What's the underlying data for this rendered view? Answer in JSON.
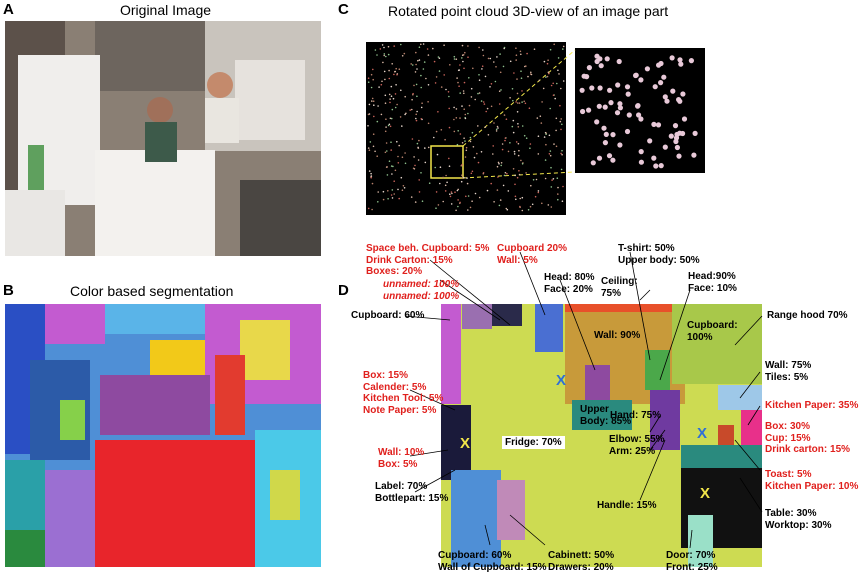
{
  "panels": {
    "a": {
      "letter": "A",
      "title": "Original Image"
    },
    "b": {
      "letter": "B",
      "title": "Color based segmentation"
    },
    "c": {
      "letter": "C",
      "title": "Rotated point cloud 3D-view of an image part"
    },
    "d": {
      "letter": "D"
    }
  },
  "colors": {
    "highlight": "#e0201d",
    "normal": "#000000",
    "marker": "#f2e64a",
    "marker_blue": "#2f6fd6"
  },
  "labels": {
    "space_beh": [
      "Space beh. Cupboard: 5%",
      "Drink Carton: 15%",
      "Boxes: 20%"
    ],
    "unnamed": [
      "unnamed: 100%",
      "unnamed: 100%"
    ],
    "cupboard_wall": [
      "Cupboard 20%",
      "Wall: 5%"
    ],
    "head_face": [
      "Head: 80%",
      "Face: 20%"
    ],
    "tshirt": [
      "T-shirt: 50%",
      "Upper body: 50%"
    ],
    "ceiling": [
      "Ceiling:",
      "75%"
    ],
    "head_face2": [
      "Head:90%",
      "Face: 10%"
    ],
    "cupboard60": "Cupboard: 60%",
    "range_hood": "Range hood 70%",
    "box_calender": [
      "Box: 15%",
      "Calender: 5%",
      "Kitchen Tool: 5%",
      "Note Paper: 5%"
    ],
    "wall_tiles": [
      "Wall: 75%",
      "Tiles:  5%"
    ],
    "kitchen_paper35": "Kitchen Paper: 35%",
    "box_cup": [
      "Box: 30%",
      "Cup: 15%",
      "Drink carton: 15%"
    ],
    "wall_box": [
      "Wall: 10%",
      "Box: 5%"
    ],
    "toast": [
      "Toast: 5%",
      "Kitchen Paper: 10%"
    ],
    "label_bottle": [
      "Label: 70%",
      "Bottlepart: 15%"
    ],
    "elbow": [
      "Elbow:  55%",
      "Arm:  25%"
    ],
    "hand": "Hand: 75%",
    "handle": "Handle: 15%",
    "table": [
      "Table: 30%",
      "Worktop: 30%"
    ],
    "cupboard_bottom": [
      "Cupboard: 60%",
      "Wall of Cupboard: 15%"
    ],
    "cabinett": [
      "Cabinett: 50%",
      "Drawers: 20%"
    ],
    "door": [
      "Door: 70%",
      "Front:  25%"
    ],
    "wall90": "Wall: 90%",
    "cupboard100": [
      "Cupboard:",
      "100%"
    ],
    "upper_body": [
      "Upper",
      "Body: 85%"
    ],
    "fridge": "Fridge: 70%",
    "marker_x": "X"
  }
}
